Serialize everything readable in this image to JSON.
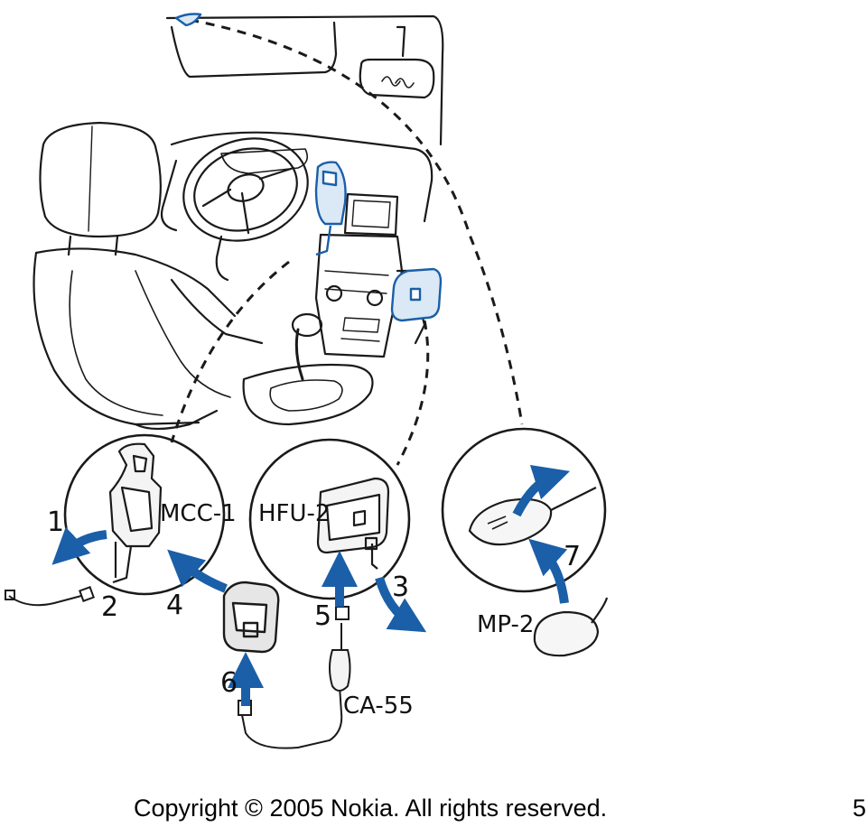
{
  "colors": {
    "accent": "#1a5fa8",
    "accent_light": "#dbe8f6",
    "line": "#1a1a1a"
  },
  "labels": {
    "mcc": "MCC-1",
    "hfu": "HFU-2",
    "mp": "MP-2",
    "ca": "CA-55"
  },
  "steps": [
    "1",
    "2",
    "3",
    "4",
    "5",
    "6",
    "7"
  ],
  "footer": {
    "copyright": "Copyright © 2005 Nokia. All rights reserved.",
    "page_number": "5"
  }
}
